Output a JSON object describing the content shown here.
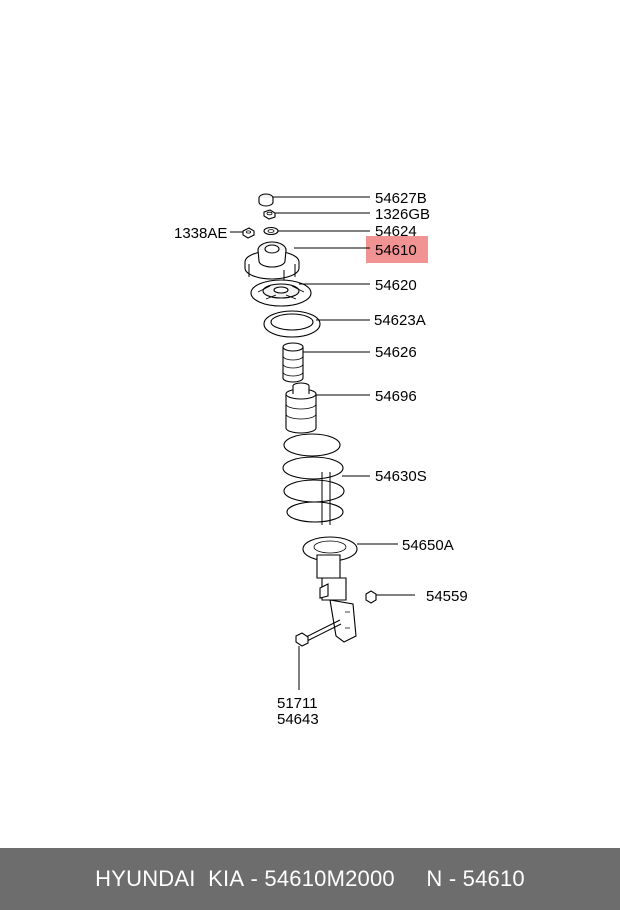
{
  "labels": {
    "p54627B": "54627B",
    "p1326GB": "1326GB",
    "p54624": "54624",
    "p1338AE": "1338AE",
    "p54610": "54610",
    "p54620": "54620",
    "p54623A": "54623A",
    "p54626": "54626",
    "p54696": "54696",
    "p54630S": "54630S",
    "p54650A": "54650A",
    "p54559": "54559",
    "p51711": "51711",
    "p54643": "54643"
  },
  "highlight_color": "#f08080",
  "footer": {
    "brand": "HYUNDAI  KIA",
    "sep1": " - ",
    "part_number": "54610M2000",
    "gap": "     ",
    "n_label": "N",
    "sep2": " - ",
    "n_value": "54610"
  }
}
